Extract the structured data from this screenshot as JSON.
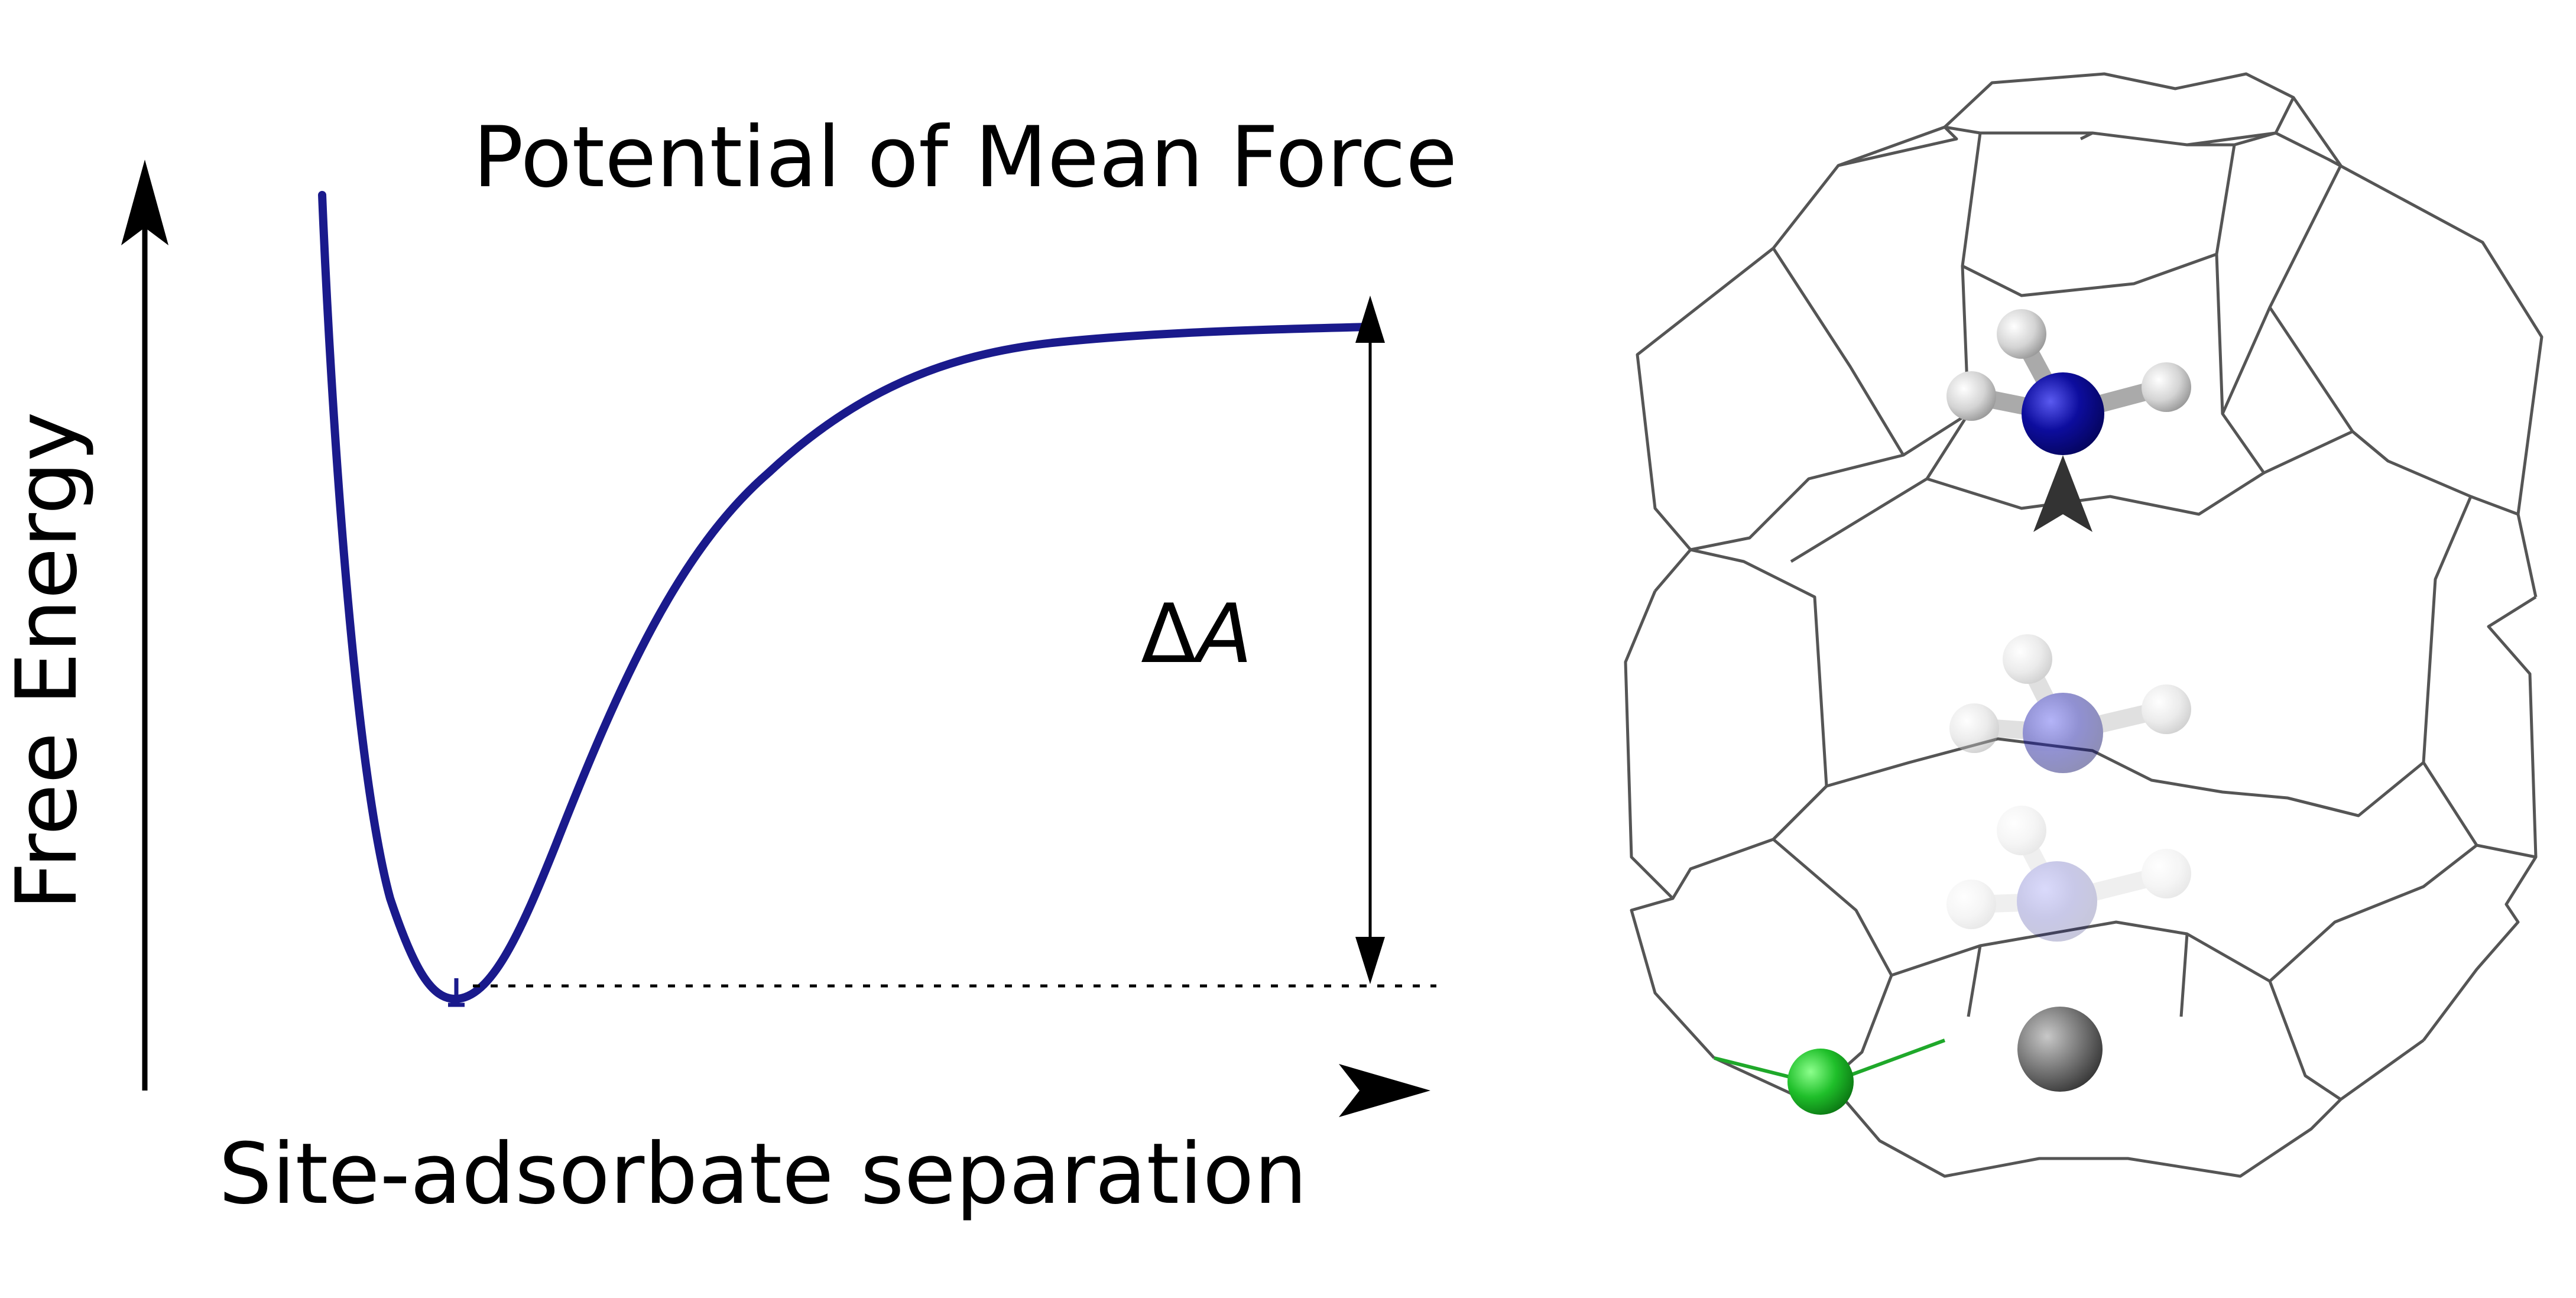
{
  "title": "Potential of Mean Force",
  "y_axis_label": "Free Energy",
  "x_axis_label": "Site-adsorbate separation",
  "delta_label": {
    "symbol": "Δ",
    "variable": "A"
  },
  "colors": {
    "curve": "#1a1a8c",
    "axis": "#000000",
    "framework": "#555555",
    "nitrogen": "#0d0d9e",
    "hydrogen": "#d9d9d9",
    "site_atom": "#1fbf2a",
    "adsorption_site": "#777777"
  },
  "molecule_snapshots": [
    {
      "name": "ammonia-current",
      "opacity": 1.0
    },
    {
      "name": "ammonia-middle",
      "opacity": 0.45
    },
    {
      "name": "ammonia-near-site",
      "opacity": 0.22
    }
  ],
  "icons": {
    "y_arrow": "arrow-up-icon",
    "x_arrow": "arrow-right-icon",
    "molecule_arrow": "arrow-up-icon"
  }
}
